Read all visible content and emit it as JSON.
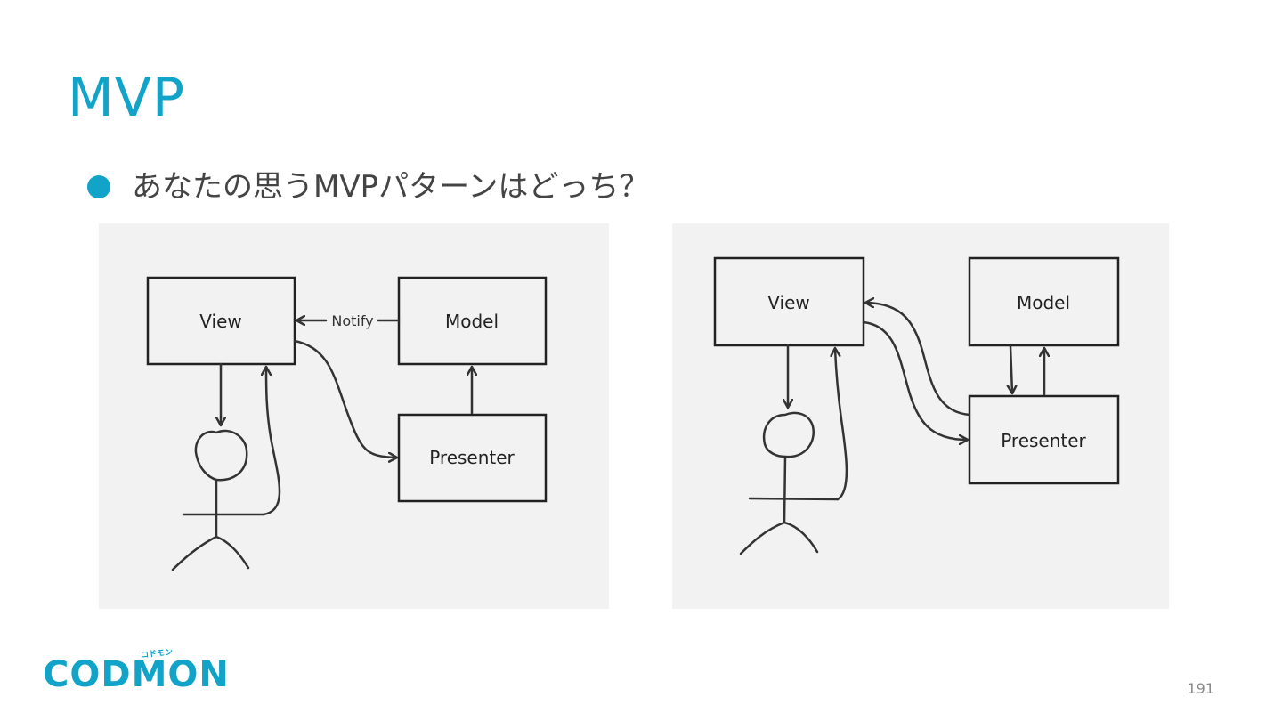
{
  "slide": {
    "title": "MVP",
    "bullet": "あなたの思うMVPパターンはどっち？",
    "page_number": "191",
    "accent_color": "#12a3c8"
  },
  "diagram_left": {
    "view": "View",
    "model": "Model",
    "presenter": "Presenter",
    "notify": "Notify"
  },
  "diagram_right": {
    "view": "View",
    "model": "Model",
    "presenter": "Presenter"
  },
  "logo": {
    "text": "CODMON",
    "tagline": "コドモン"
  }
}
